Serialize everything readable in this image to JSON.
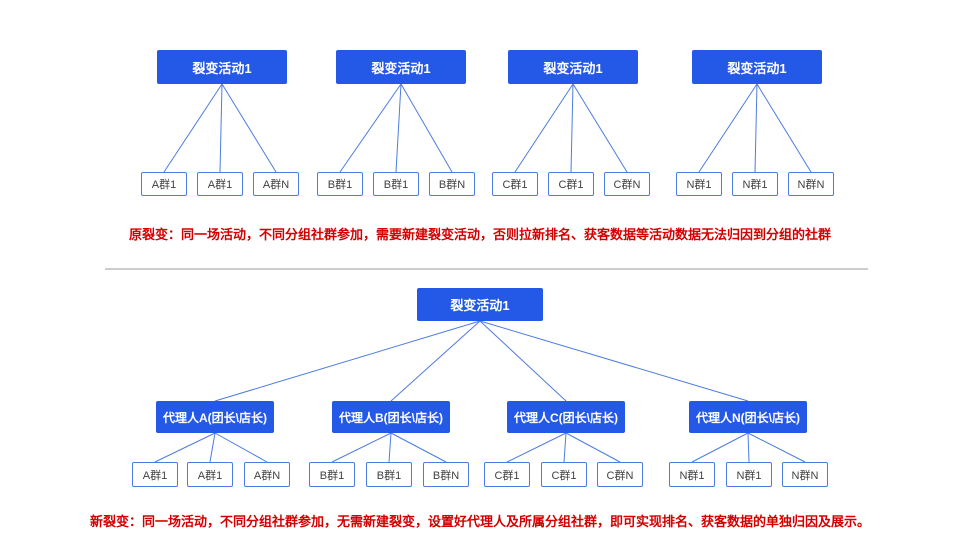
{
  "colors": {
    "node_blue": "#2458e6",
    "line_blue": "#4d7ce0",
    "leaf_border": "#4d7ce0",
    "caption_red": "#d40000",
    "divider_gray": "#cccccc"
  },
  "top_section": {
    "trees": [
      {
        "root": "裂变活动1",
        "leaves": [
          "A群1",
          "A群1",
          "A群N"
        ]
      },
      {
        "root": "裂变活动1",
        "leaves": [
          "B群1",
          "B群1",
          "B群N"
        ]
      },
      {
        "root": "裂变活动1",
        "leaves": [
          "C群1",
          "C群1",
          "C群N"
        ]
      },
      {
        "root": "裂变活动1",
        "leaves": [
          "N群1",
          "N群1",
          "N群N"
        ]
      }
    ],
    "caption": "原裂变：同一场活动，不同分组社群参加，需要新建裂变活动，否则拉新排名、获客数据等活动数据无法归因到分组的社群"
  },
  "bottom_section": {
    "root": "裂变活动1",
    "agents": [
      {
        "label": "代理人A(团长\\店长)",
        "leaves": [
          "A群1",
          "A群1",
          "A群N"
        ]
      },
      {
        "label": "代理人B(团长\\店长)",
        "leaves": [
          "B群1",
          "B群1",
          "B群N"
        ]
      },
      {
        "label": "代理人C(团长\\店长)",
        "leaves": [
          "C群1",
          "C群1",
          "C群N"
        ]
      },
      {
        "label": "代理人N(团长\\店长)",
        "leaves": [
          "N群1",
          "N群1",
          "N群N"
        ]
      }
    ],
    "caption": "新裂变：同一场活动，不同分组社群参加，无需新建裂变，设置好代理人及所属分组社群，即可实现排名、获客数据的单独归因及展示。"
  }
}
